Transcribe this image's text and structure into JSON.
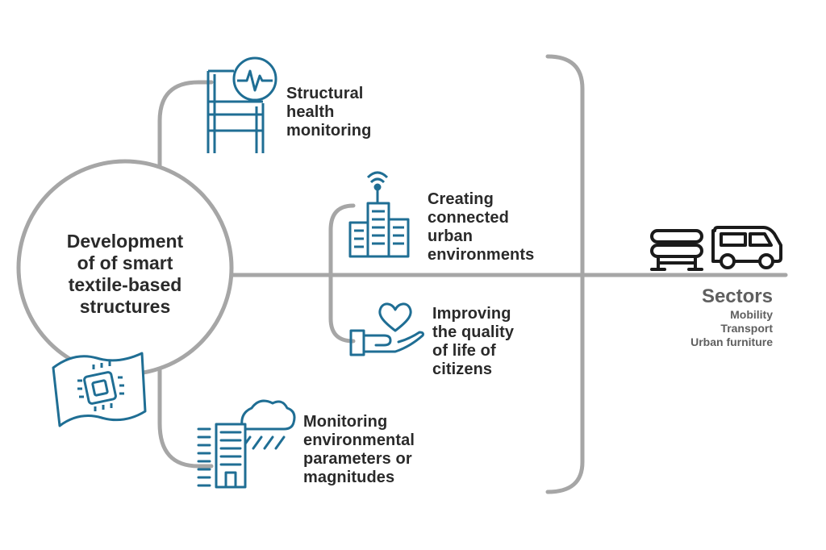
{
  "center": {
    "lines": [
      "Development",
      "of of smart",
      "textile-based",
      "structures"
    ]
  },
  "branches": [
    {
      "lines": [
        "Structural",
        "health",
        "monitoring"
      ],
      "icon": "structural-frame-monitor-icon"
    },
    {
      "lines": [
        "Creating",
        "connected",
        "urban",
        "environments"
      ],
      "icon": "connected-city-antenna-icon"
    },
    {
      "lines": [
        "Improving",
        "the quality",
        "of life of",
        "citizens"
      ],
      "icon": "heart-in-hand-icon"
    },
    {
      "lines": [
        "Monitoring",
        "environmental",
        "parameters or",
        "magnitudes"
      ],
      "icon": "building-rain-cloud-icon"
    }
  ],
  "sectors": {
    "title": "Sectors",
    "items": [
      "Mobility",
      "Transport",
      "Urban furniture"
    ],
    "icons": [
      "bench-icon",
      "van-icon"
    ]
  },
  "colors": {
    "line": "#a6a6a6",
    "icon": "#1f6e94",
    "text": "#2a2a2a",
    "sectors_text": "#5f5f5f"
  }
}
